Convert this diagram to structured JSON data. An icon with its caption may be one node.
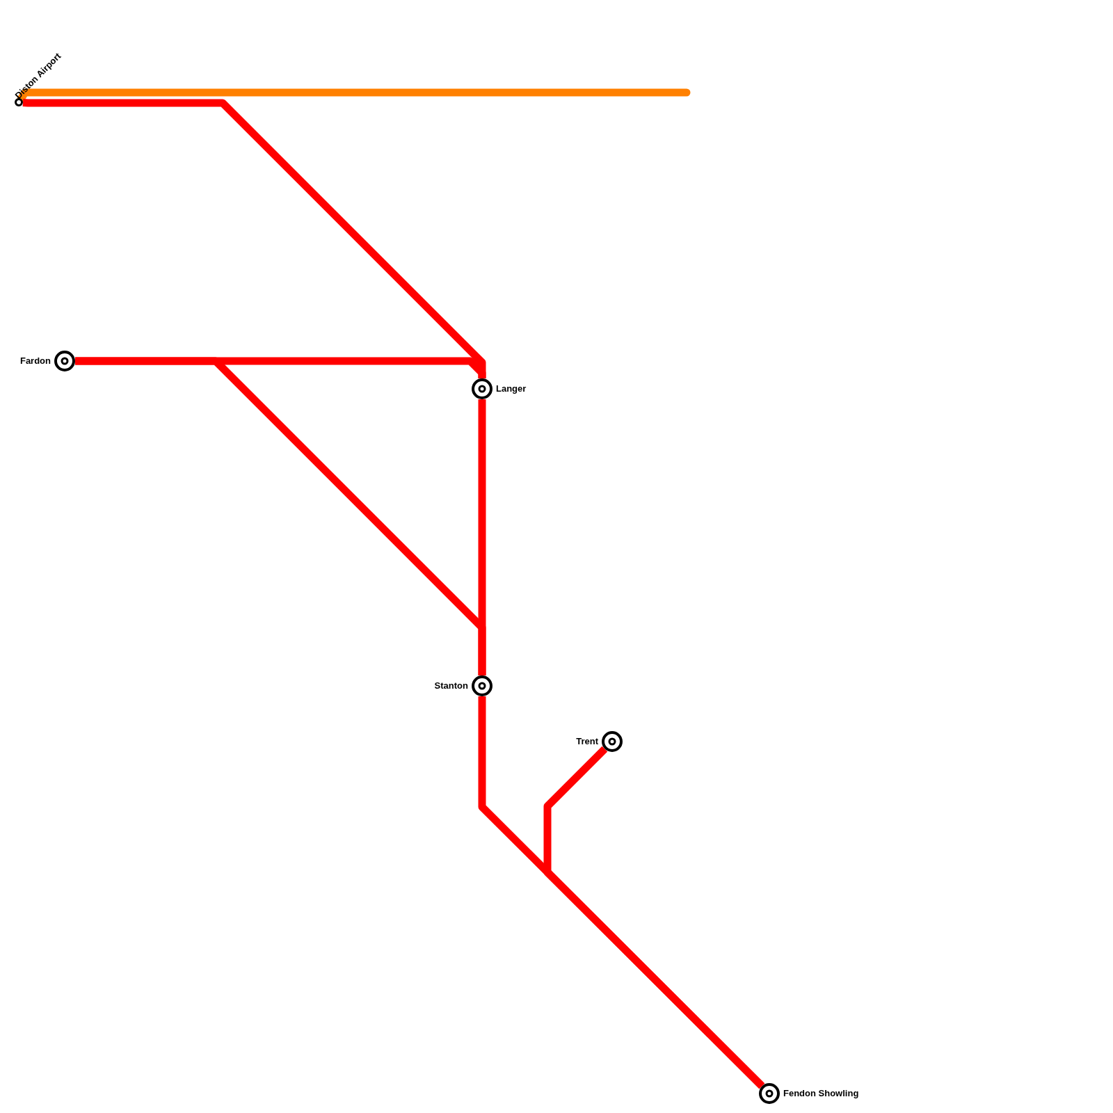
{
  "diagram": {
    "nodes": [
      {
        "text": [
          "Diston Airport"
        ]
      },
      {
        "text": [
          "Fardon"
        ]
      },
      {
        "text": [
          "Langer"
        ]
      },
      {
        "text": [
          "Stanton"
        ]
      },
      {
        "text": [
          "Trent"
        ]
      },
      {
        "text": [
          "Fendon Showling"
        ]
      }
    ],
    "edges": [
      {
        "from": 0,
        "to": null,
        "arrow": "none",
        "color": "#ff8000"
      },
      {
        "from": 0,
        "to": 2,
        "arrow": "none"
      },
      {
        "from": 1,
        "to": 2,
        "arrow": "none"
      },
      {
        "from": 1,
        "to": 3,
        "arrow": "none"
      },
      {
        "from": 2,
        "to": 3,
        "arrow": "none"
      },
      {
        "from": 3,
        "to": 5,
        "arrow": "none"
      },
      {
        "from": 4,
        "to": 5,
        "arrow": "none"
      }
    ]
  }
}
